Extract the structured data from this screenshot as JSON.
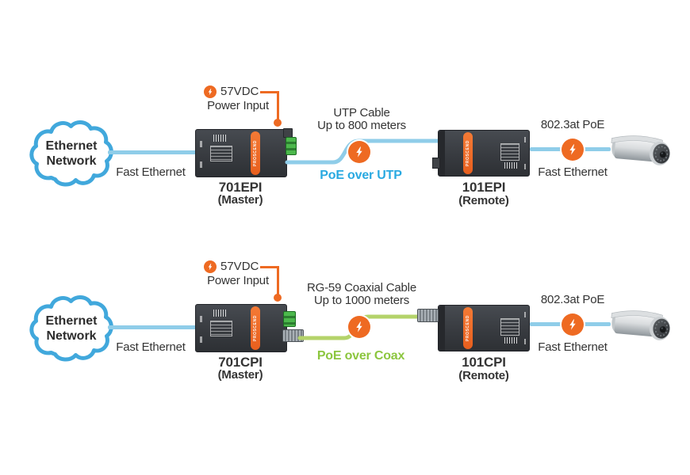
{
  "brand": "PROSCEND",
  "colors": {
    "accent_orange": "#EE6A22",
    "cloud_blue": "#41A8DC",
    "cable_utp": "#8FCDE9",
    "cable_coax": "#B4D36A",
    "poe_utp_text": "#29A9E1",
    "poe_coax_text": "#8CC63F",
    "text_dark": "#343434"
  },
  "icons": {
    "power_icon": "lightning-bolt-in-orange-circle",
    "poe_injection_icon": "lightning-bolt-in-orange-circle",
    "cloud_icon": "network-cloud",
    "camera_icon": "bullet-ip-camera"
  },
  "diagrams": [
    {
      "cloud_line1": "Ethernet",
      "cloud_line2": "Network",
      "left_link_label": "Fast Ethernet",
      "power_value": "57VDC",
      "power_label": "Power Input",
      "master_model": "701EPI",
      "master_role": "(Master)",
      "cable_name": "UTP Cable",
      "cable_distance": "Up to 800 meters",
      "poe_over_label": "PoE over UTP",
      "remote_model": "101EPI",
      "remote_role": "(Remote)",
      "poe_standard": "802.3at PoE",
      "right_link_label": "Fast Ethernet"
    },
    {
      "cloud_line1": "Ethernet",
      "cloud_line2": "Network",
      "left_link_label": "Fast Ethernet",
      "power_value": "57VDC",
      "power_label": "Power Input",
      "master_model": "701CPI",
      "master_role": "(Master)",
      "cable_name": "RG-59 Coaxial Cable",
      "cable_distance": "Up to 1000 meters",
      "poe_over_label": "PoE over Coax",
      "remote_model": "101CPI",
      "remote_role": "(Remote)",
      "poe_standard": "802.3at PoE",
      "right_link_label": "Fast Ethernet"
    }
  ]
}
